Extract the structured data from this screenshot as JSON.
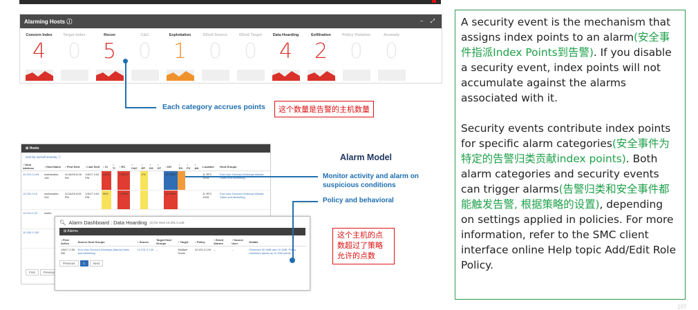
{
  "alarming_hosts": {
    "title": "Alarming Hosts ⓘ",
    "controls": "− ⤢",
    "categories": [
      {
        "label": "Concern Index",
        "value": "4",
        "style": "red",
        "dim": false,
        "spark": "red"
      },
      {
        "label": "Target Index",
        "value": "0",
        "style": "grey",
        "dim": true,
        "spark": "none"
      },
      {
        "label": "Recon",
        "value": "5",
        "style": "red",
        "dim": false,
        "spark": "red"
      },
      {
        "label": "C&C",
        "value": "0",
        "style": "grey",
        "dim": true,
        "spark": "none"
      },
      {
        "label": "Exploitation",
        "value": "1",
        "style": "orange",
        "dim": false,
        "spark": "orange"
      },
      {
        "label": "DDoS Source",
        "value": "0",
        "style": "grey",
        "dim": true,
        "spark": "none"
      },
      {
        "label": "DDoS Target",
        "value": "0",
        "style": "grey",
        "dim": true,
        "spark": "none"
      },
      {
        "label": "Data Hoarding",
        "value": "4",
        "style": "red",
        "dim": false,
        "spark": "red"
      },
      {
        "label": "Exfiltration",
        "value": "2",
        "style": "red",
        "dim": false,
        "spark": "red"
      },
      {
        "label": "Policy Violation",
        "value": "0",
        "style": "grey",
        "dim": true,
        "spark": "none"
      },
      {
        "label": "Anomaly",
        "value": "0",
        "style": "grey",
        "dim": true,
        "spark": "none"
      }
    ]
  },
  "annotations": {
    "accrue": "Each category accrues points",
    "cn_box1": "这个数量是告警的主机数量",
    "alarm_model": "Alarm Model",
    "monitor": "Monitor activity and alarm on suspicious conditions",
    "policy": "Policy and behavioral",
    "cn_box2": "这个主机的点数超过了策略允许的点数"
  },
  "hosts": {
    "title": "⊞ Hosts",
    "sort": "Sort by overall severity ⓘ",
    "headers": [
      "↕ Host Address",
      "↕ Host Name",
      "↕ First Sent",
      "↕ Last Sent",
      "↕ CI",
      "↕ TI",
      "↕ RC",
      "↕ C&C",
      "↕ EP",
      "↕ DS",
      "↕ DT",
      "↕ DH",
      "↕ EX",
      "↕ PV",
      "↕ AN",
      "Location",
      "Host Groups"
    ],
    "rows": [
      {
        "ip": "10.201.3.149",
        "name": "workstation-146",
        "first": "11/16/16 6:26 PM",
        "last": "1/8/17 4:02 PM",
        "ci": "100%",
        "rc": "2,561%",
        "ep": "1%",
        "dh": "16,788%",
        "loc": "JL RFC 1918",
        "groups": "End User Devices Desktops Atlanta Sales and Marketing"
      },
      {
        "ip": "10.201.3.16",
        "name": "workstation-316",
        "first": "11/16/16 8:51 PM",
        "last": "1/8/17 4:02 PM",
        "ci": "99%",
        "rc": "4,759%",
        "ep": "",
        "dh": "16,789%",
        "loc": "JL RFC 1918",
        "groups": "End User Devices Desktops Atlanta Sales and Marketing"
      },
      {
        "ip": "10.201.0.23",
        "name": "works",
        "first": "",
        "last": "",
        "ci": "",
        "rc": "",
        "ep": "",
        "dh": "",
        "loc": "",
        "groups": ""
      },
      {
        "ip": "10.150.1.200",
        "name": "",
        "first": "",
        "last": "",
        "ci": "",
        "rc": "",
        "ep": "",
        "dh": "",
        "loc": "",
        "groups": ""
      }
    ],
    "pager": [
      "First",
      "Previous"
    ]
  },
  "dashboard": {
    "title": "Alarm Dashboard : Data Hoarding",
    "subtitle": "(1) for Host 10.201.3.149",
    "bar": "⊞ Alarms",
    "headers": [
      "↕ First Active",
      "Source Host Groups",
      "↕ Source",
      "Target Host Groups",
      "↕ Target",
      "↕ Policy",
      "↕ Event Alarms",
      "↕ Source User",
      "Details"
    ],
    "row": {
      "first": "1/8/17 2:30 AM",
      "src_groups": "End User Devices,Desktops,Atlanta,Sales and Marketing",
      "source": "10.201.3.149",
      "tgt_groups": "--",
      "target": "Multiple Hosts",
      "policy": "10.201.3.149",
      "events": "--",
      "user": "--",
      "details": "Observed 32.9MB and 10.1MB. Policy maximum allows up to 10M points"
    },
    "pager": [
      "Previous",
      "1",
      "Next"
    ]
  },
  "right_text": {
    "p1_a": "A security event is the mechanism that assigns index points to an alarm",
    "p1_cn": "(安全事件指派Index Points到告警)",
    "p1_b": ". If you disable a security event, index points will not accumulate against the alarms associated with it.",
    "p2_a": "Security events contribute index points for specific alarm categories",
    "p2_cn1": "(安全事件为特定的告警归类贡献index points)",
    "p2_b": ". Both alarm categories and security events can trigger alarms",
    "p2_cn2": "(告警归类和安全事件都能触发告警, 根据策略的设置)",
    "p2_c": ", depending on settings applied in policies. For more information, refer to the SMC client interface online Help topic Add/Edit Role Policy."
  },
  "page_number": "107"
}
